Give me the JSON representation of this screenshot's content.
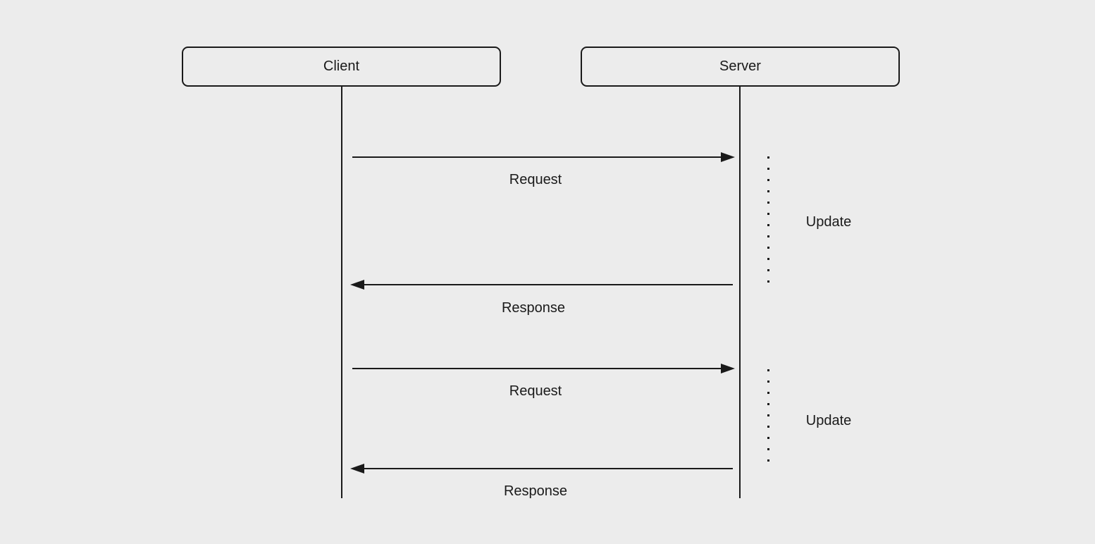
{
  "diagram": {
    "type": "sequence-diagram",
    "background_color": "#ececec",
    "stroke_color": "#1a1a1a",
    "actors": [
      {
        "id": "client",
        "label": "Client"
      },
      {
        "id": "server",
        "label": "Server"
      }
    ],
    "messages": [
      {
        "label": "Request",
        "from": "client",
        "to": "server",
        "direction": "right"
      },
      {
        "label": "Response",
        "from": "server",
        "to": "client",
        "direction": "left"
      },
      {
        "label": "Request",
        "from": "client",
        "to": "server",
        "direction": "right"
      },
      {
        "label": "Response",
        "from": "server",
        "to": "client",
        "direction": "left"
      }
    ],
    "server_activities": [
      {
        "label": "Update"
      },
      {
        "label": "Update"
      }
    ]
  }
}
